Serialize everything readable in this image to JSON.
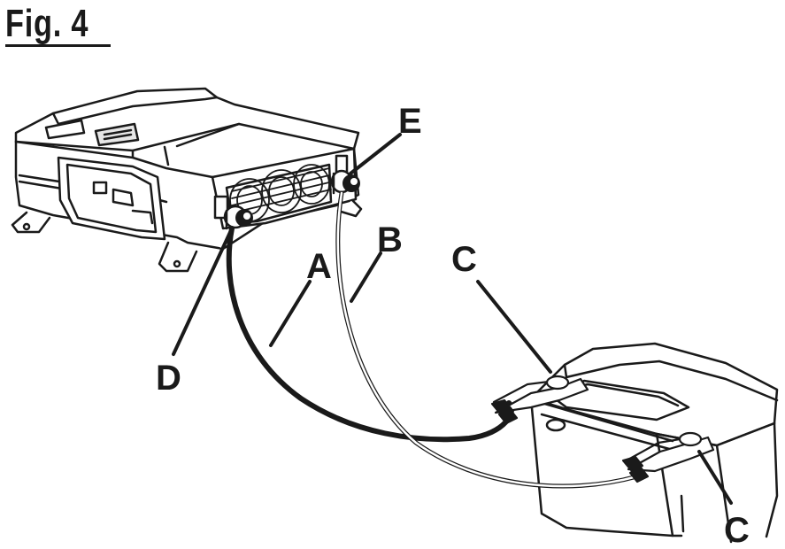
{
  "figure": {
    "title": "Fig. 4"
  },
  "callouts": {
    "a": "A",
    "b": "B",
    "c_top": "C",
    "c_bottom": "C",
    "d": "D",
    "e": "E"
  }
}
